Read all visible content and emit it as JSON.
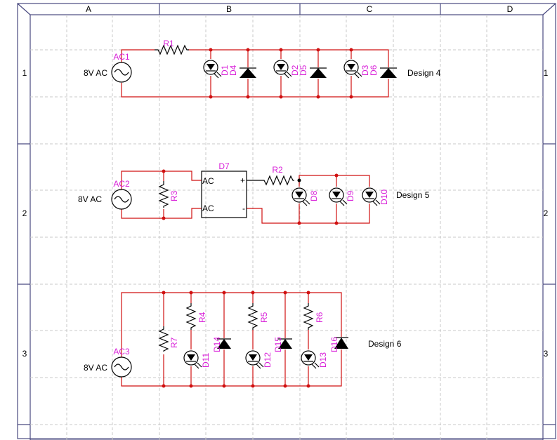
{
  "frame": {
    "columns": [
      "A",
      "B",
      "C",
      "D"
    ],
    "rows": [
      "1",
      "2",
      "3"
    ]
  },
  "designs": [
    {
      "title": "Design 4",
      "source": {
        "ref": "AC1",
        "value": "8V AC"
      },
      "resistors": [
        "R1"
      ],
      "leds": [
        "D1",
        "D2",
        "D3"
      ],
      "diodes": [
        "D4",
        "D5",
        "D6"
      ]
    },
    {
      "title": "Design 5",
      "source": {
        "ref": "AC2",
        "value": "8V AC"
      },
      "resistors": [
        "R3",
        "R2"
      ],
      "bridge": {
        "ref": "D7",
        "pins": [
          "AC",
          "AC",
          "+",
          "-"
        ]
      },
      "leds": [
        "D8",
        "D9",
        "D10"
      ]
    },
    {
      "title": "Design 6",
      "source": {
        "ref": "AC3",
        "value": "8V AC"
      },
      "resistors": [
        "R7",
        "R4",
        "R5",
        "R6"
      ],
      "leds": [
        "D11",
        "D12",
        "D13"
      ],
      "diodes": [
        "D14",
        "D15",
        "D16"
      ]
    }
  ],
  "colors": {
    "wire": "#d01010",
    "ref_text": "#d81fd8",
    "frame": "#4a4a80"
  }
}
